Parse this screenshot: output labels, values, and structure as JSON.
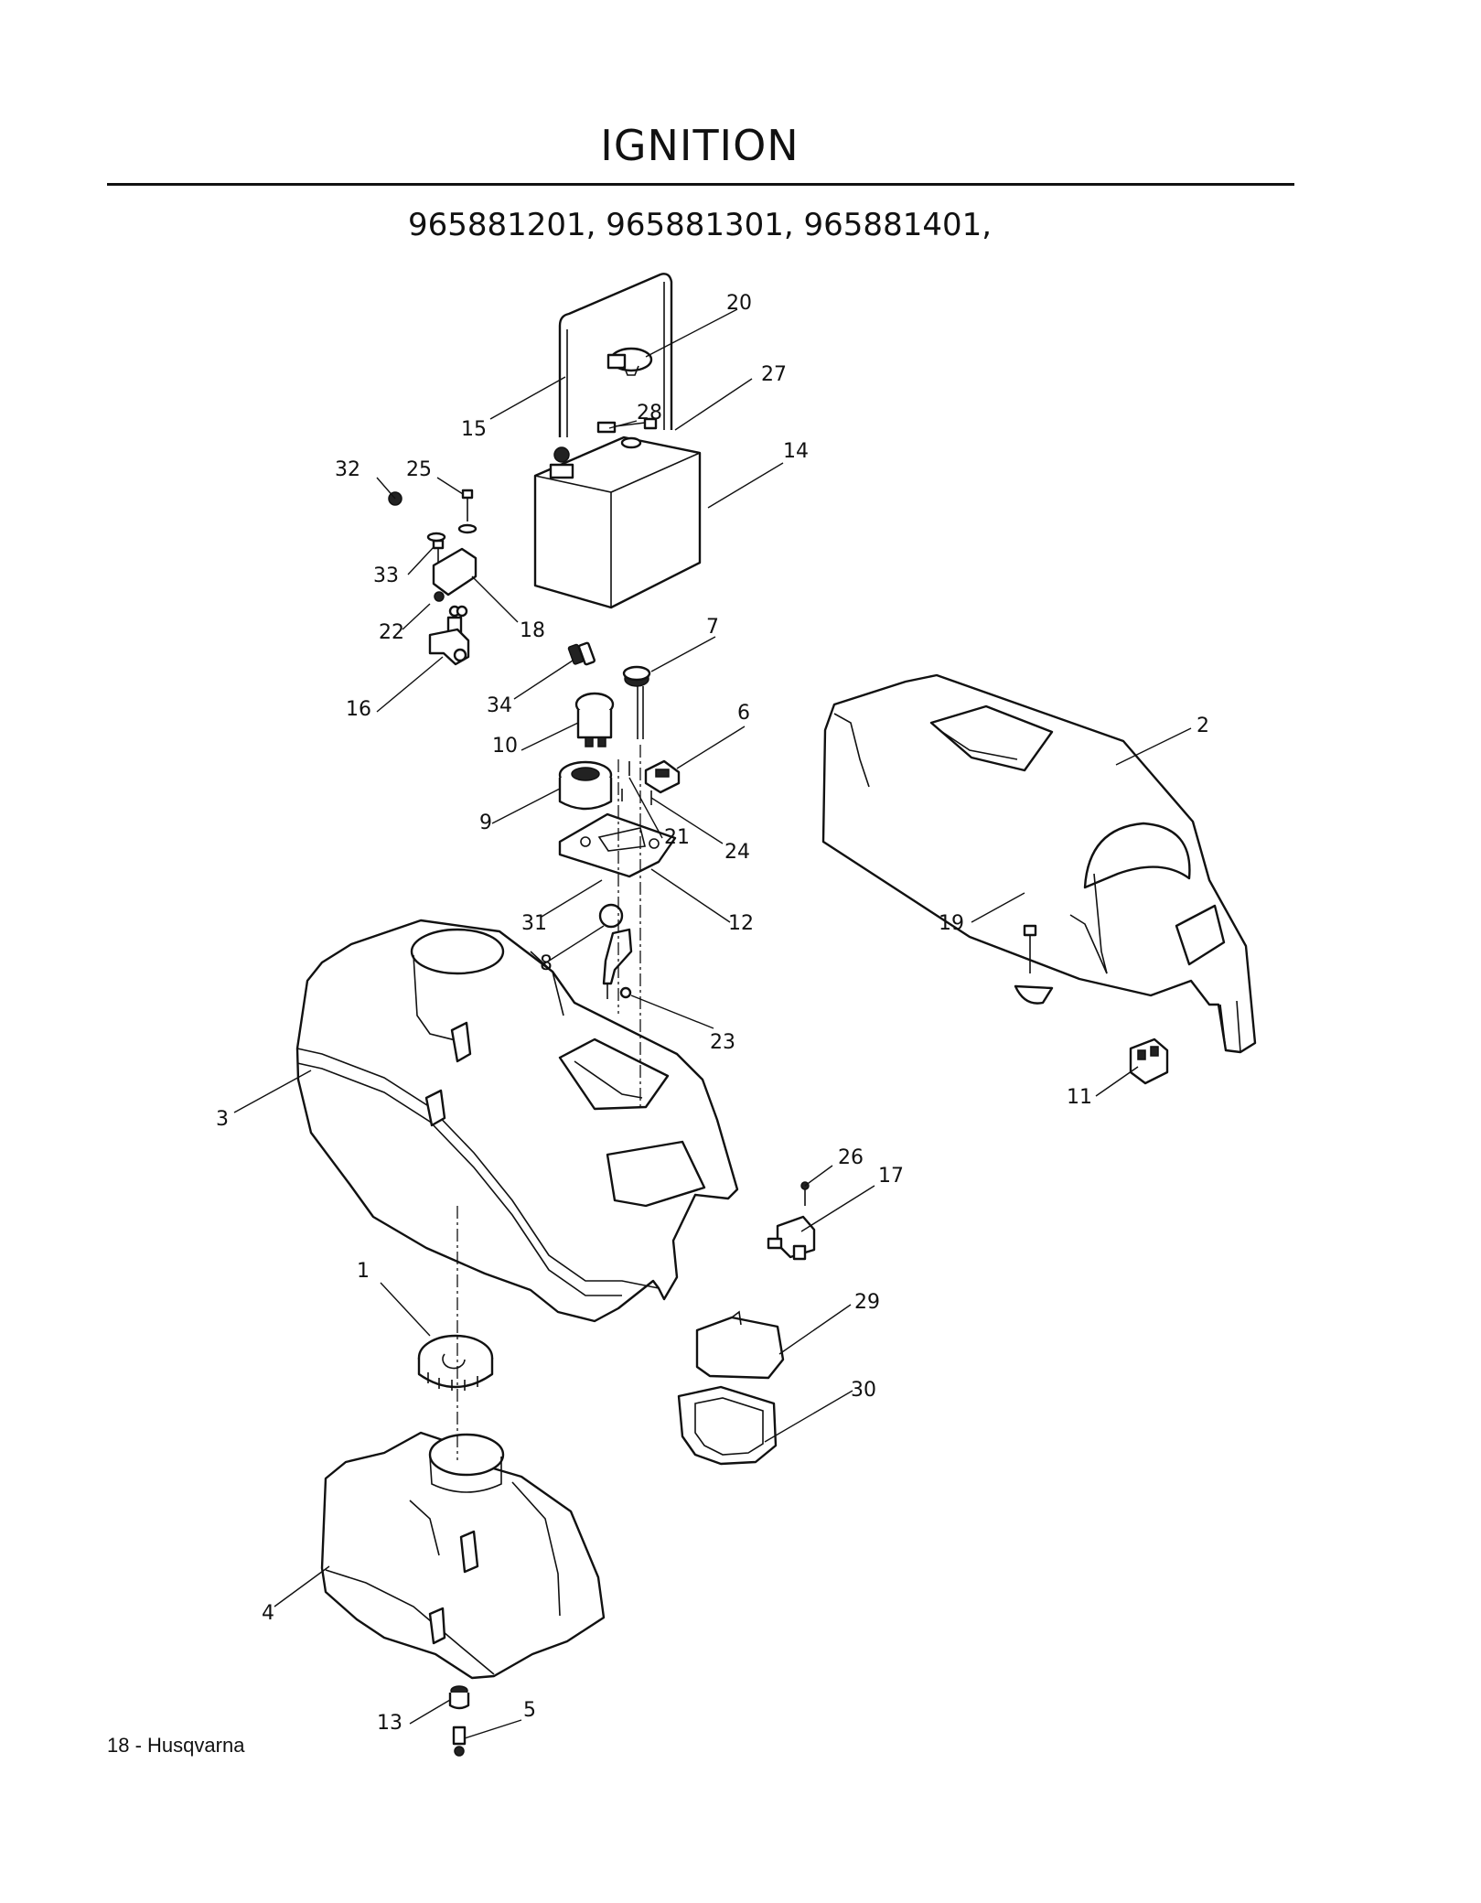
{
  "page": {
    "title": "IGNITION",
    "models": "965881201, 965881301, 965881401,",
    "footer": {
      "page_number": "18",
      "separator": " - ",
      "brand": "Husqvarna"
    }
  },
  "callouts": [
    "1",
    "2",
    "3",
    "4",
    "5",
    "6",
    "7",
    "8",
    "9",
    "10",
    "11",
    "12",
    "13",
    "14",
    "15",
    "16",
    "17",
    "18",
    "19",
    "20",
    "21",
    "22",
    "23",
    "24",
    "25",
    "26",
    "27",
    "28",
    "29",
    "30",
    "31",
    "32",
    "33",
    "34"
  ]
}
